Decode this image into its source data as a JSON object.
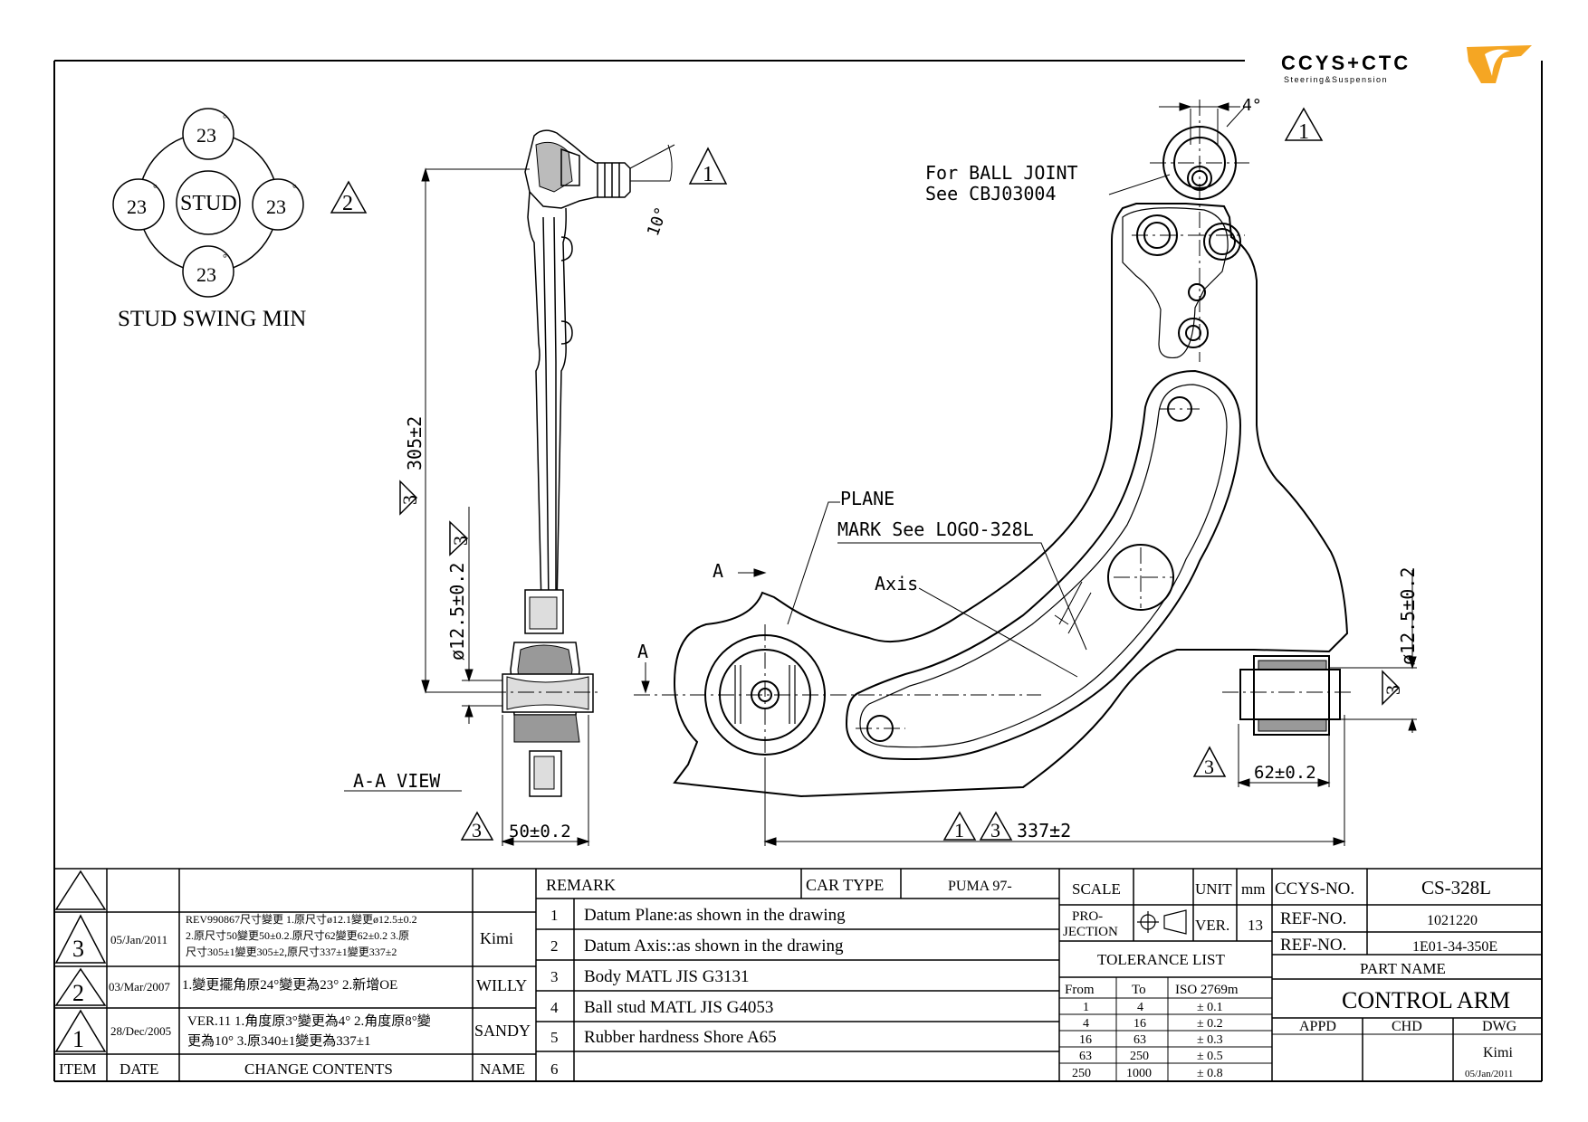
{
  "logo": {
    "text": "CCYS+CTC",
    "tagline": "Steering&Suspension"
  },
  "stud_swing": {
    "center": "STUD",
    "angles": [
      "23",
      "23",
      "23",
      "23"
    ],
    "degree_mark": "°",
    "title": "STUD SWING MIN",
    "rev_marker": "2"
  },
  "drawing": {
    "angle_4": "4°",
    "angle_10": "10°",
    "ball_joint_note_1": "For BALL JOINT",
    "ball_joint_note_2": "See CBJ03004",
    "plane_label": "PLANE",
    "mark_label": "MARK See LOGO-328L",
    "axis_label": "Axis",
    "datum_a": "A",
    "view_label": "A-A VIEW",
    "dim_305": "305±2",
    "dim_dia_left": "ø12.5±0.2",
    "dim_dia_right": "ø12.5±0.2",
    "dim_50": "50±0.2",
    "dim_337": "337±2",
    "dim_62": "62±0.2",
    "rev_1": "1",
    "rev_3": "3"
  },
  "revision_table": {
    "headers": {
      "item": "ITEM",
      "date": "DATE",
      "change": "CHANGE CONTENTS",
      "name": "NAME"
    },
    "rows": [
      {
        "item": "3",
        "date": "05/Jan/2011",
        "change_1": "REV990867尺寸變更 1.原尺寸ø12.1變更ø12.5±0.2",
        "change_2": "2.原尺寸50變更50±0.2.原尺寸62變更62±0.2 3.原",
        "change_3": "尺寸305±1變更305±2,原尺寸337±1變更337±2",
        "name": "Kimi"
      },
      {
        "item": "2",
        "date": "03/Mar/2007",
        "change_1": "1.變更擺角原24°變更為23° 2.新增OE",
        "name": "WILLY"
      },
      {
        "item": "1",
        "date": "28/Dec/2005",
        "change_1": "VER.11 1.角度原3°變更為4° 2.角度原8°變",
        "change_2": "更為10° 3.原340±1變更為337±1",
        "name": "SANDY"
      }
    ]
  },
  "remarks": {
    "header": "REMARK",
    "car_type_label": "CAR TYPE",
    "car_type": "PUMA 97-",
    "items": [
      {
        "no": "1",
        "text": "Datum Plane:as shown in the drawing"
      },
      {
        "no": "2",
        "text": "Datum Axis::as shown in the drawing"
      },
      {
        "no": "3",
        "text": "Body MATL JIS G3131"
      },
      {
        "no": "4",
        "text": "Ball stud MATL JIS G4053"
      },
      {
        "no": "5",
        "text": "Rubber hardness Shore A65"
      },
      {
        "no": "6",
        "text": ""
      }
    ]
  },
  "title_block": {
    "scale_label": "SCALE",
    "unit_label": "UNIT",
    "unit": "mm",
    "projection_label_1": "PRO-",
    "projection_label_2": "JECTION",
    "ver_label": "VER.",
    "ver": "13",
    "tolerance_title": "TOLERANCE LIST",
    "tol_headers": [
      "From",
      "To",
      "ISO 2769m"
    ],
    "tol_rows": [
      [
        "1",
        "4",
        "± 0.1"
      ],
      [
        "4",
        "16",
        "± 0.2"
      ],
      [
        "16",
        "63",
        "± 0.3"
      ],
      [
        "63",
        "250",
        "± 0.5"
      ],
      [
        "250",
        "1000",
        "± 0.8"
      ]
    ],
    "ccys_no_label": "CCYS-NO.",
    "ccys_no": "CS-328L",
    "ref_no_label_1": "REF-NO.",
    "ref_no_1": "1021220",
    "ref_no_label_2": "REF-NO.",
    "ref_no_2": "1E01-34-350E",
    "part_name_label": "PART NAME",
    "part_name": "CONTROL ARM",
    "appd_label": "APPD",
    "chd_label": "CHD",
    "dwg_label": "DWG",
    "dwg_by": "Kimi",
    "dwg_date": "05/Jan/2011"
  }
}
